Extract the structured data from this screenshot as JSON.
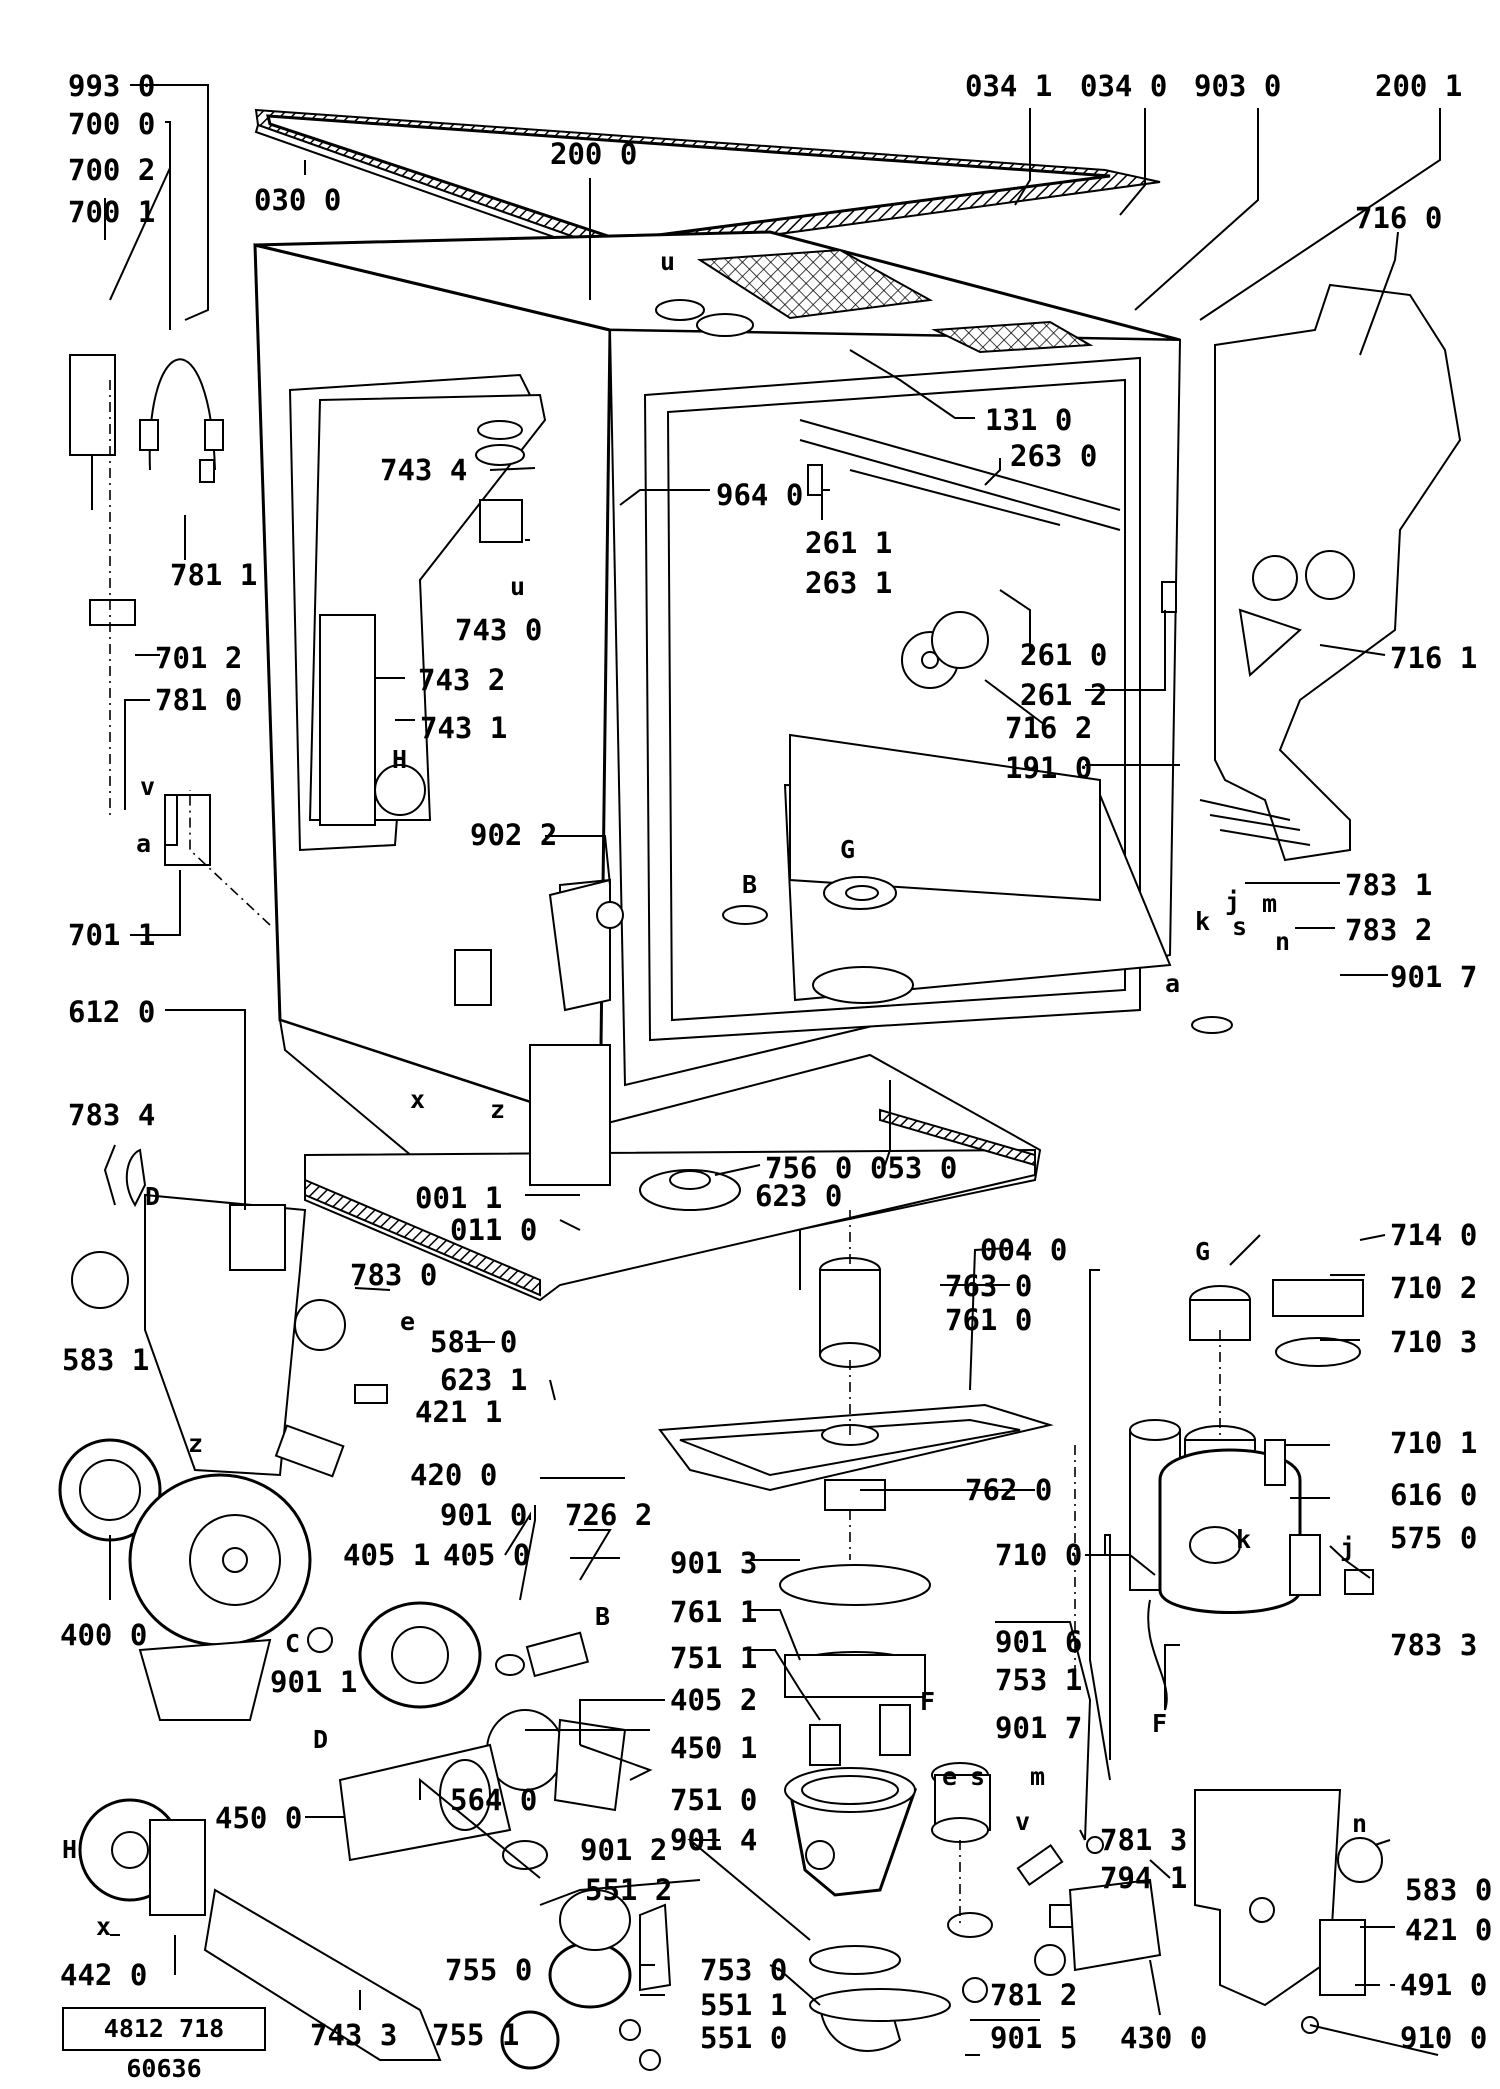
{
  "diagram": {
    "drawing_number": "4812 718 60636",
    "part_labels": [
      "993 0",
      "700 0",
      "700 2",
      "700 1",
      "030 0",
      "200 0",
      "034 1",
      "034 0",
      "903 0",
      "200 1",
      "716 0",
      "131 0",
      "263 0",
      "964 0",
      "743 4",
      "261 1",
      "263 1",
      "781 1",
      "743 0",
      "261 0",
      "261 2",
      "716 1",
      "701 2",
      "743 2",
      "781 0",
      "743 1",
      "716 2",
      "191 0",
      "902 2",
      "783 1",
      "783 2",
      "901 7",
      "701 1",
      "612 0",
      "783 4",
      "053 0",
      "756 0",
      "623 0",
      "001 1",
      "011 0",
      "004 0",
      "783 0",
      "763 0",
      "581 0",
      "761 0",
      "714 0",
      "710 2",
      "623 1",
      "710 3",
      "583 1",
      "421 1",
      "420 0",
      "710 1",
      "762 0",
      "616 0",
      "901 0",
      "726 2",
      "405 1",
      "405 0",
      "901 3",
      "710 0",
      "575 0",
      "761 1",
      "400 0",
      "901 6",
      "751 1",
      "405 2",
      "753 1",
      "783 3",
      "901 1",
      "901 7",
      "450 1",
      "751 0",
      "564 0",
      "450 0",
      "901 4",
      "781 3",
      "901 2",
      "794 1",
      "583 0",
      "551 2",
      "421 0",
      "755 0",
      "753 0",
      "551 1",
      "781 2",
      "491 0",
      "442 0",
      "743 3",
      "755 1",
      "551 0",
      "901 5",
      "430 0",
      "910 0"
    ],
    "letter_labels": [
      "u",
      "u",
      "v",
      "a",
      "H",
      "x",
      "z",
      "B",
      "G",
      "D",
      "e",
      "z",
      "C",
      "D",
      "B",
      "j",
      "k",
      "s",
      "m",
      "n",
      "a",
      "G",
      "k",
      "j",
      "F",
      "F",
      "e",
      "s",
      "m",
      "v",
      "n",
      "H",
      "x"
    ]
  }
}
